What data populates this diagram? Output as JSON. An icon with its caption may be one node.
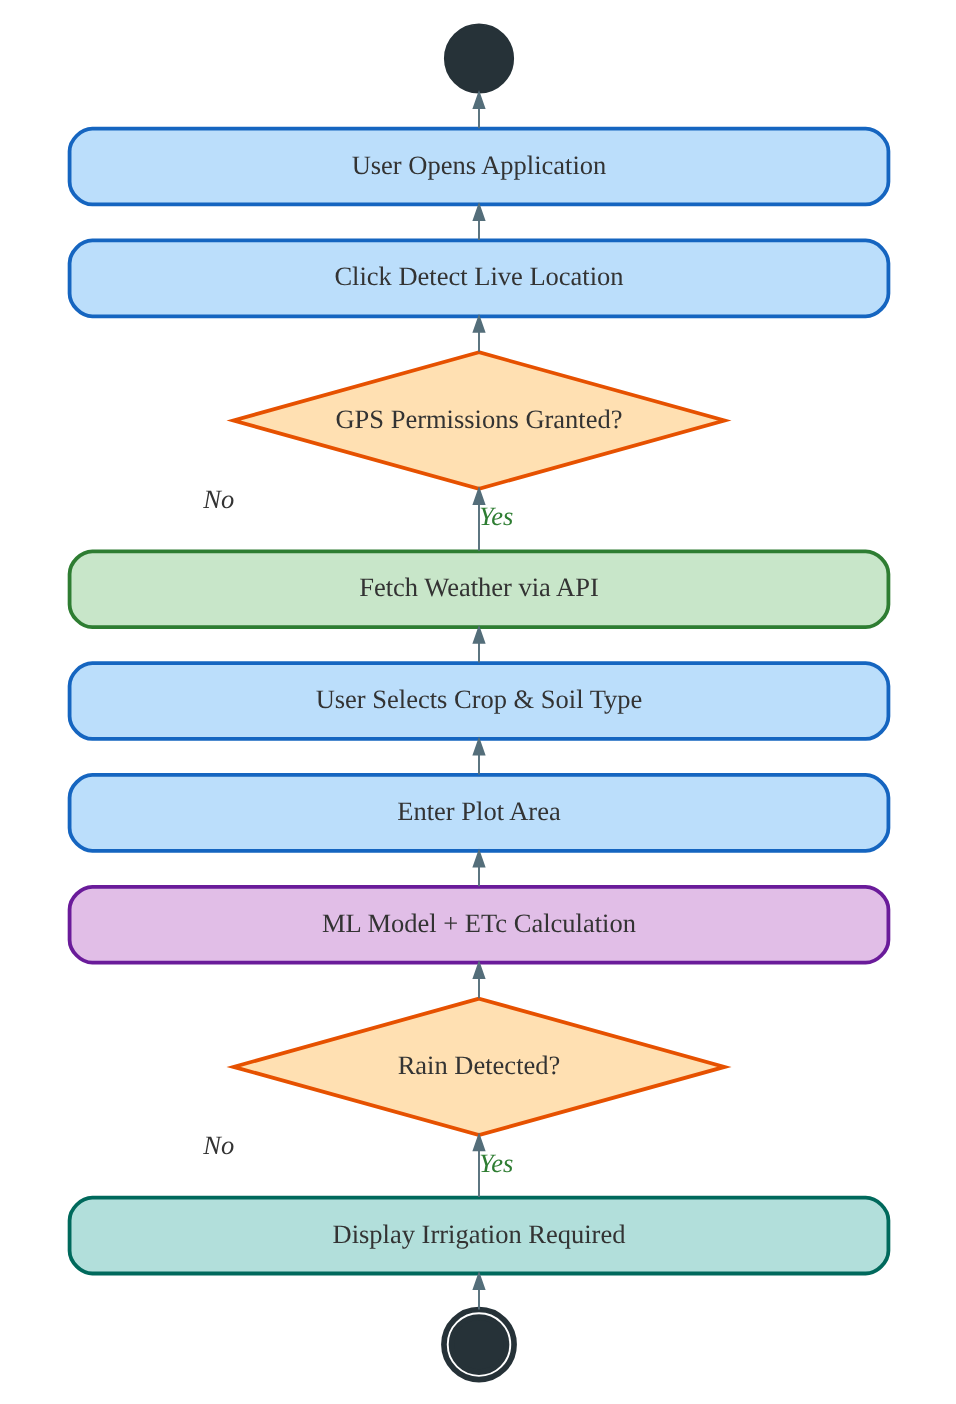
{
  "diagram": {
    "nodes": [
      {
        "text": [],
        "shape": "circle"
      },
      {
        "text": [
          "User Opens Application"
        ]
      },
      {
        "text": [
          "Click Detect Live Location"
        ]
      },
      {
        "text": [
          "GPS Permissions Granted?"
        ],
        "beside": [
          "No"
        ]
      },
      {
        "text": [
          "Fetch Weather via API"
        ]
      },
      {
        "text": [
          "User Selects Crop & Soil Type"
        ]
      },
      {
        "text": [
          "Enter Plot Area"
        ]
      },
      {
        "text": [
          "ML Model + ETc Calculation"
        ]
      },
      {
        "text": [
          "Rain Detected?"
        ],
        "beside": [
          "No"
        ]
      },
      {
        "text": [
          "Display Irrigation Required"
        ]
      },
      {
        "text": [],
        "shape": "circle"
      }
    ],
    "edges": [
      {
        "from": 1,
        "to": 0,
        "arrow": "to"
      },
      {
        "from": 2,
        "to": 1,
        "arrow": "to"
      },
      {
        "from": 3,
        "to": 2,
        "arrow": "to"
      },
      {
        "from": 4,
        "to": 3,
        "arrow": "to",
        "label": "Yes"
      },
      {
        "from": 5,
        "to": 4,
        "arrow": "to"
      },
      {
        "from": 6,
        "to": 5,
        "arrow": "to"
      },
      {
        "from": 7,
        "to": 6,
        "arrow": "to"
      },
      {
        "from": 8,
        "to": 7,
        "arrow": "to"
      },
      {
        "from": 9,
        "to": 8,
        "arrow": "to",
        "label": "Yes"
      },
      {
        "from": 10,
        "to": 9,
        "arrow": "to"
      }
    ]
  }
}
